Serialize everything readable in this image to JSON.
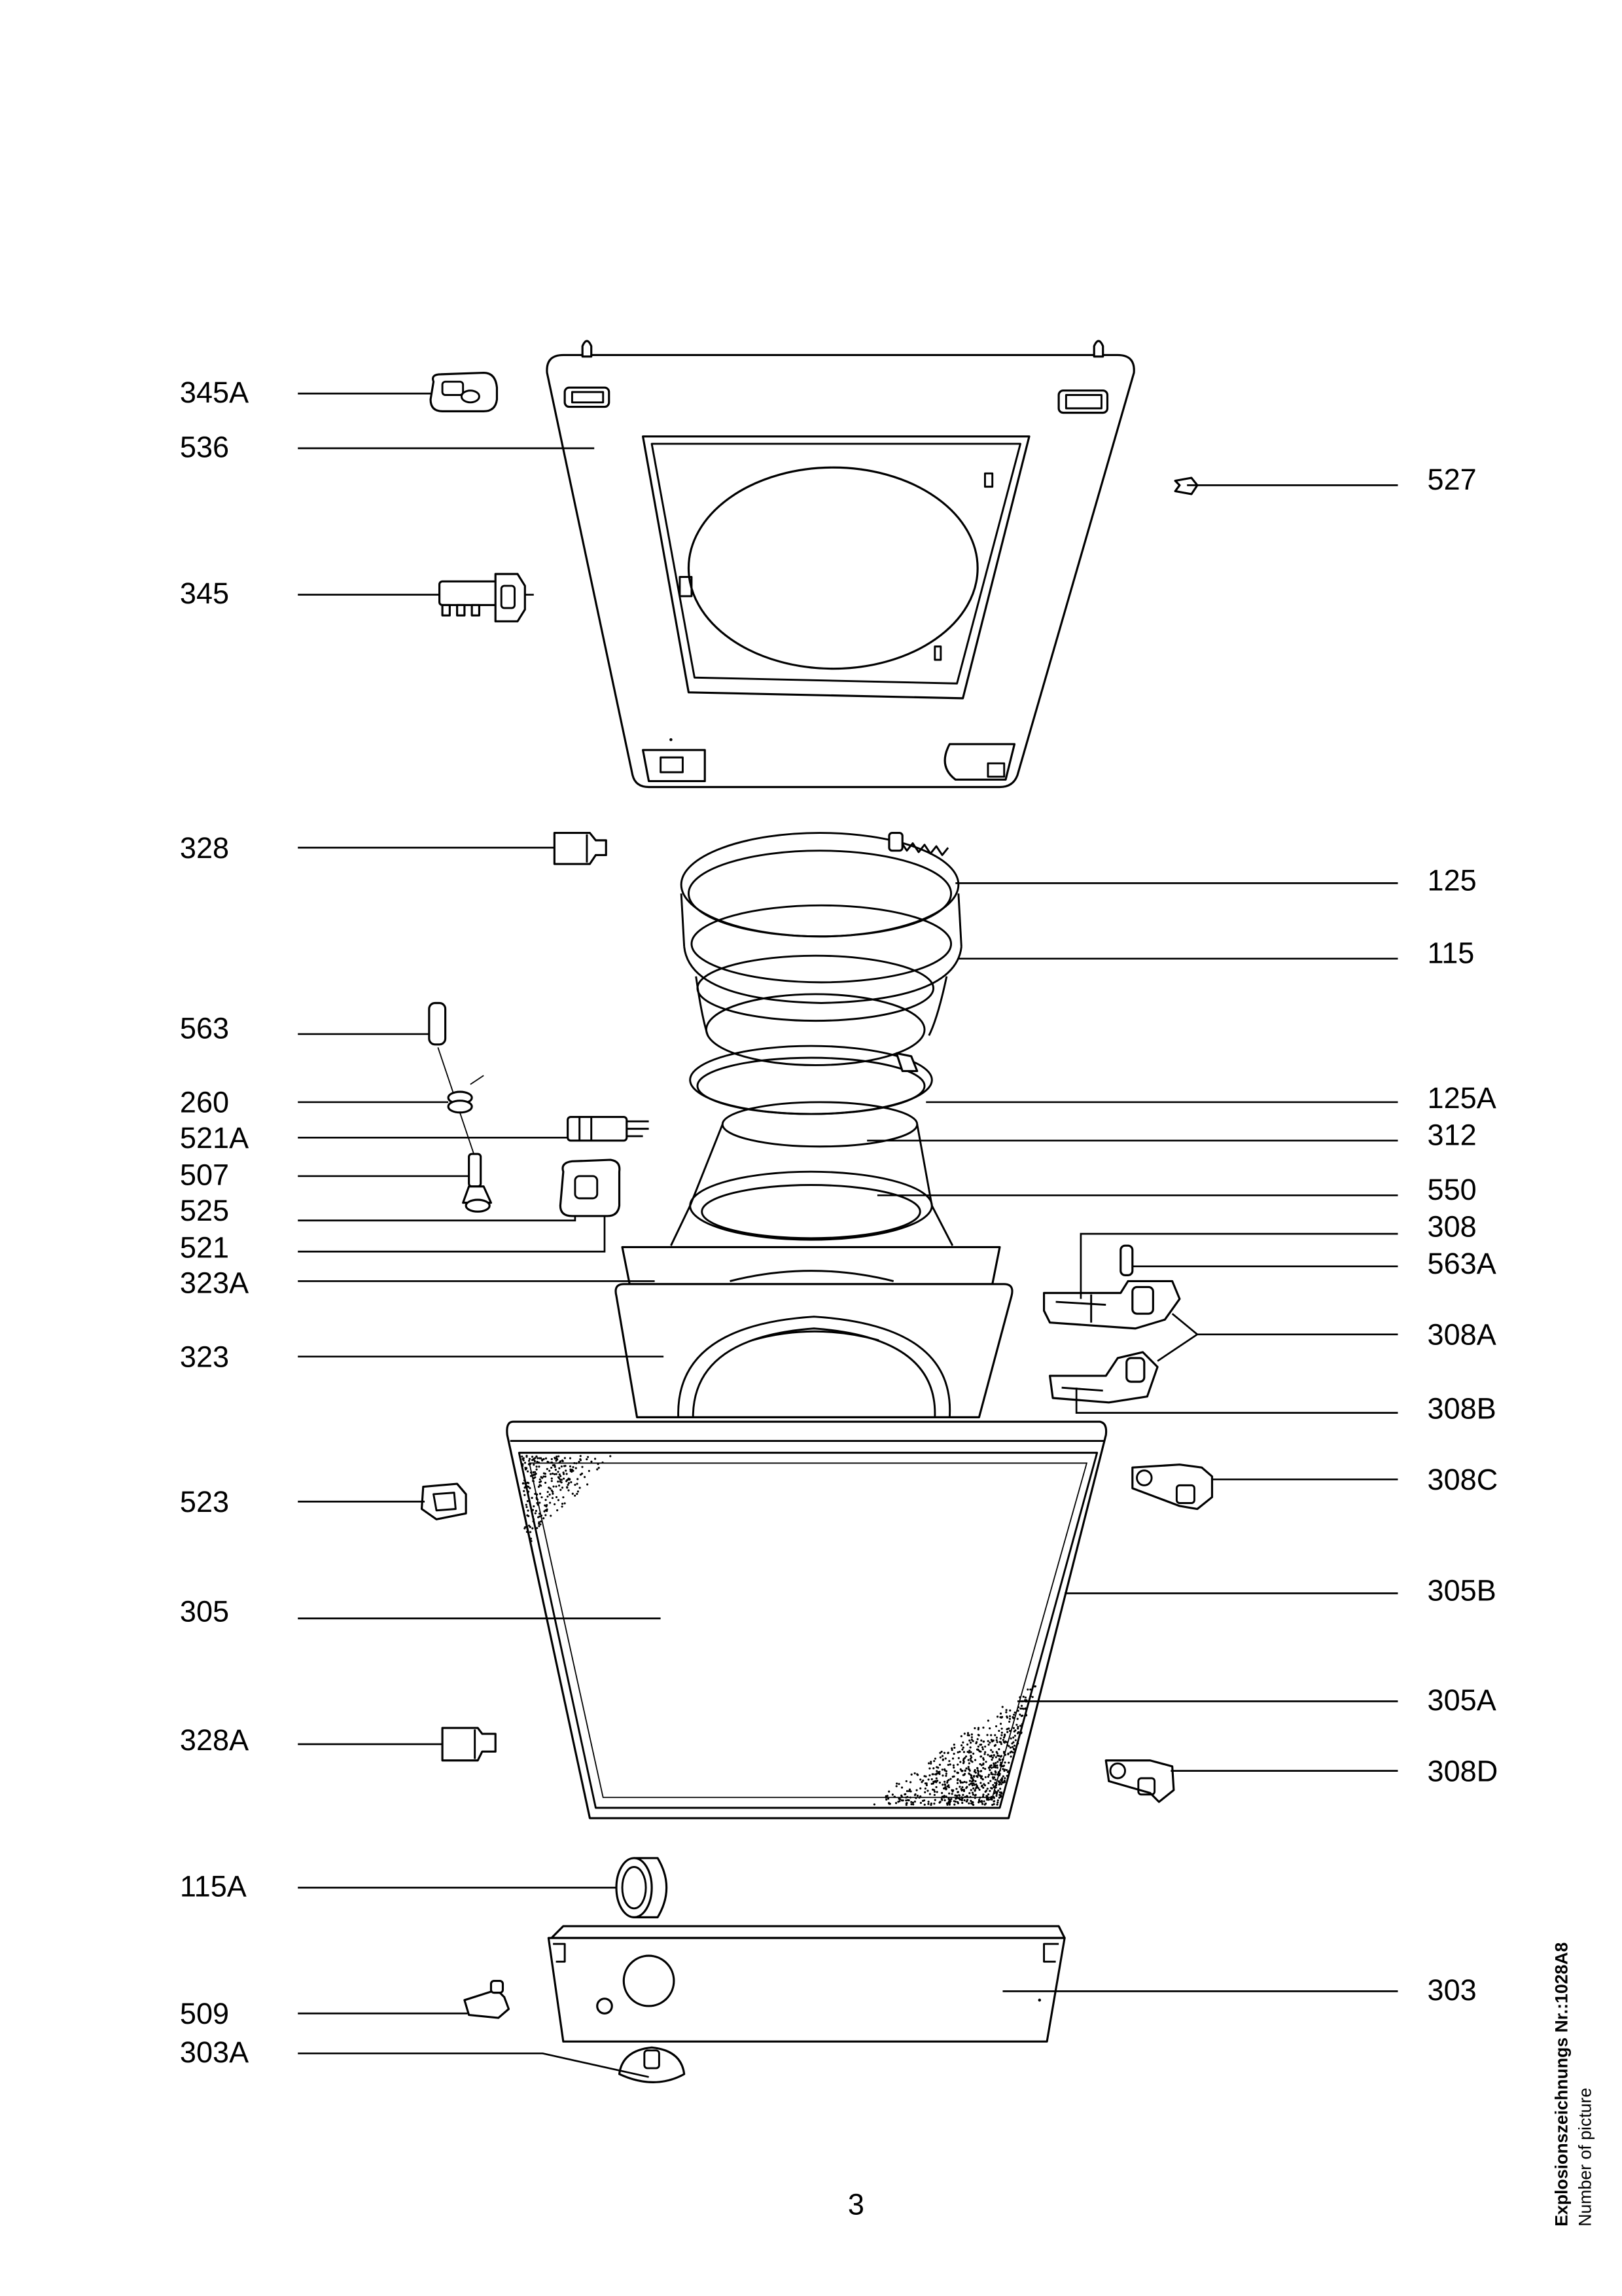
{
  "callouts_left": [
    "345A",
    "536",
    "345",
    "328",
    "563",
    "260",
    "521A",
    "507",
    "525",
    "521",
    "323A",
    "323",
    "523",
    "305",
    "328A",
    "115A",
    "509",
    "303A"
  ],
  "callouts_right": [
    "527",
    "125",
    "115",
    "125A",
    "312",
    "550",
    "308",
    "563A",
    "308A",
    "308B",
    "308C",
    "305B",
    "305A",
    "308D",
    "303"
  ],
  "page_number": "3",
  "drawing_reference": {
    "label": "Explosionszeichnungs Nr.:1028A8",
    "caption": "Number of picture"
  }
}
